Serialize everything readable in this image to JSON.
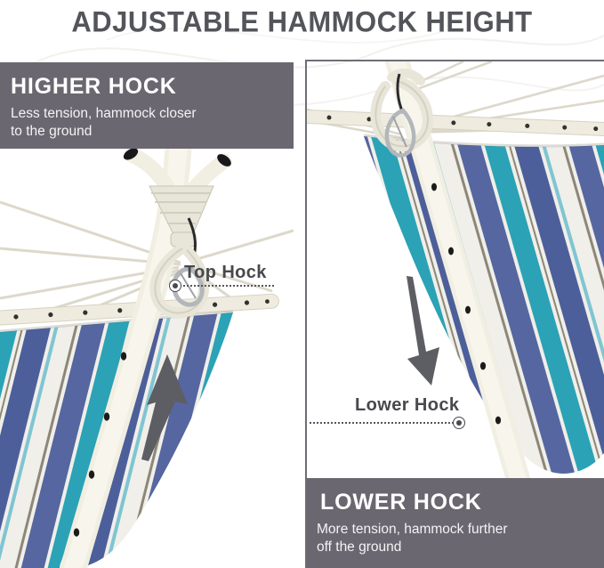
{
  "page": {
    "title": "ADJUSTABLE HAMMOCK HEIGHT"
  },
  "panels": {
    "higher": {
      "heading": "HIGHER HOCK",
      "description": "Less tension, hammock closer to the ground",
      "callout": "Top Hock",
      "arrow_direction": "up"
    },
    "lower": {
      "heading": "LOWER HOCK",
      "description": "More tension, hammock further off the ground",
      "callout": "Lower Hock",
      "arrow_direction": "down"
    }
  },
  "colors": {
    "info_box_gray": "#6a6770",
    "title_text": "#54555a",
    "callout_text": "#48484d",
    "arrow_gray": "#5d5e63",
    "pole_cream": "#f1eee2",
    "rope_cream": "#e8e5d9",
    "fabric_navy": "#5566a0",
    "fabric_navy_dark": "#4d5f9a",
    "fabric_teal": "#2ba2b6",
    "fabric_cream": "#f0efe9",
    "carabiner_silver": "#b3b6ba"
  }
}
